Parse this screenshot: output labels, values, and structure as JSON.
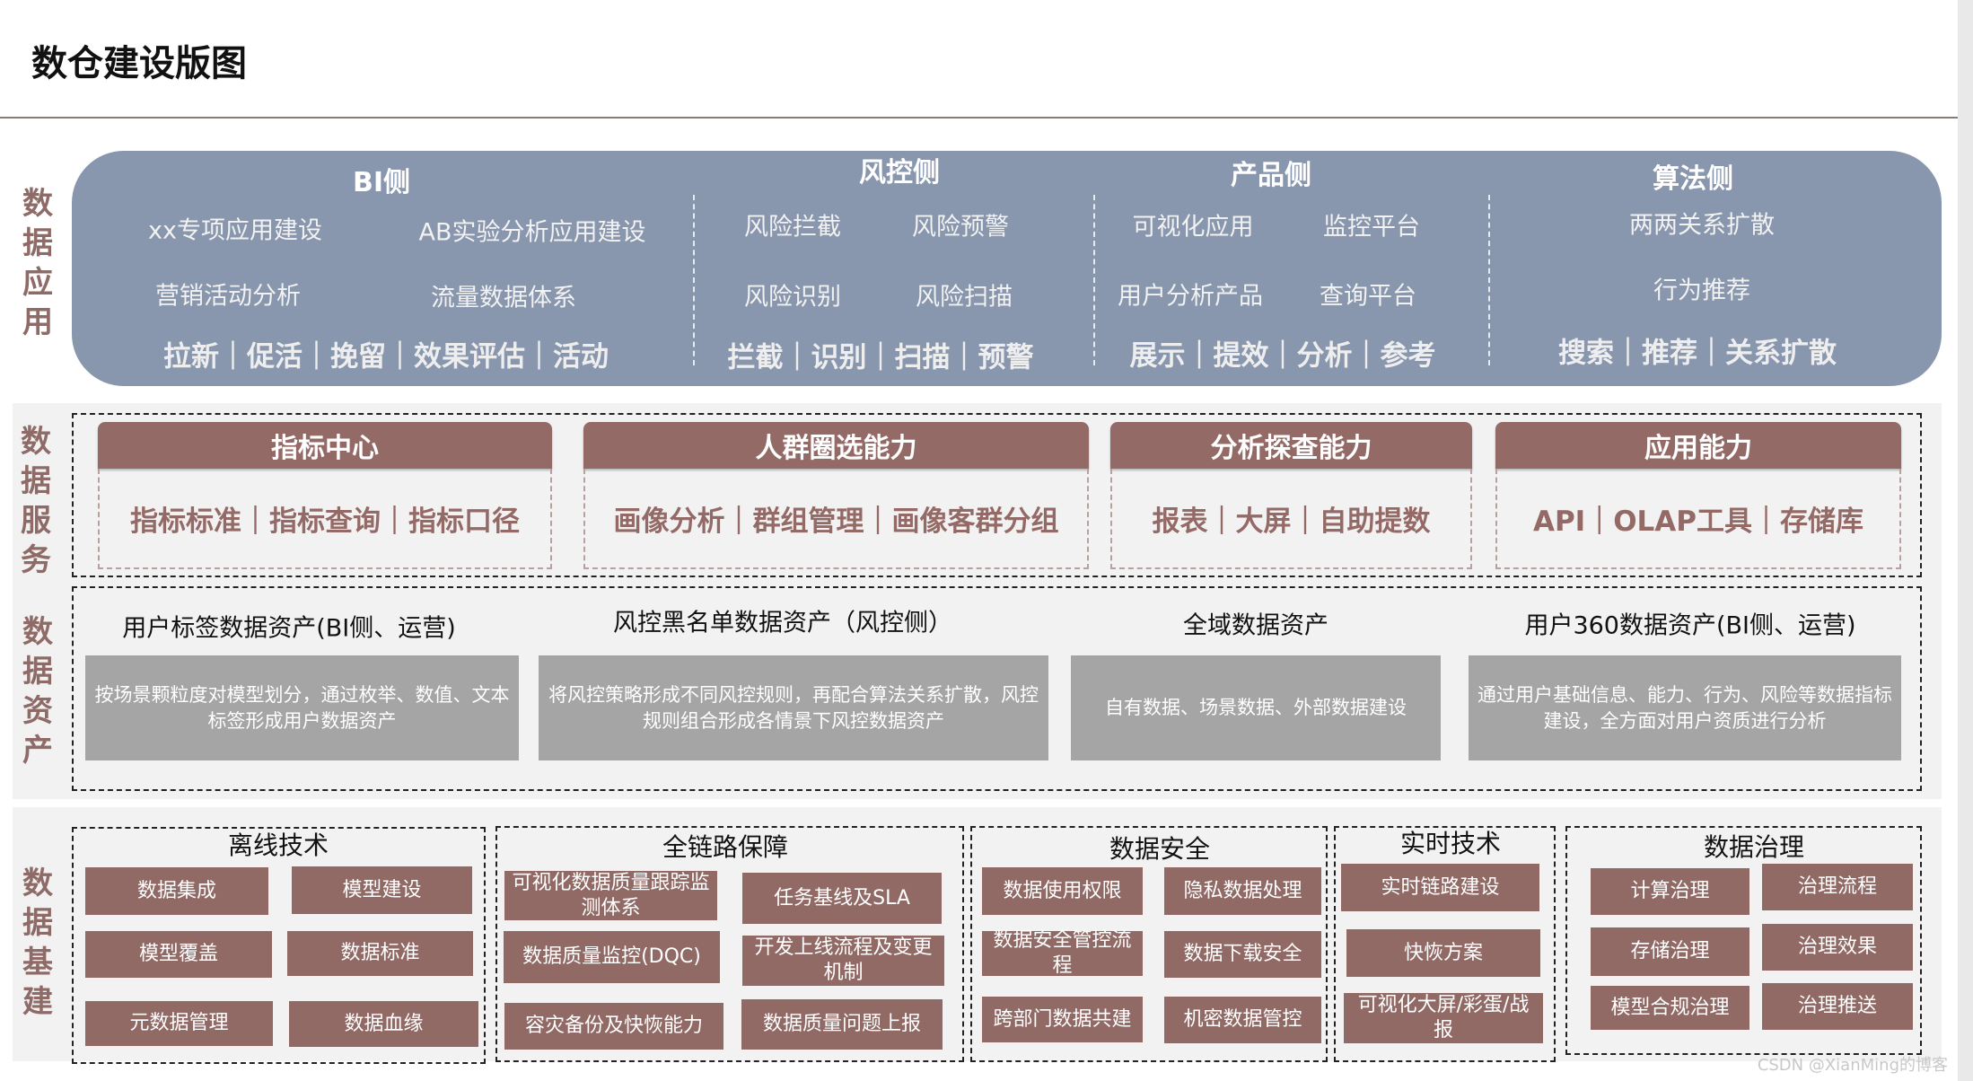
{
  "title": "数仓建设版图",
  "layers": {
    "application": {
      "label": "数据应用",
      "columns": [
        {
          "heading": "BI侧",
          "items": [
            "xx专项应用建设",
            "AB实验分析应用建设",
            "营销活动分析",
            "流量数据体系"
          ],
          "tags": "拉新｜促活｜挽留｜效果评估｜活动"
        },
        {
          "heading": "风控侧",
          "items": [
            "风险拦截",
            "风险预警",
            "风险识别",
            "风险扫描"
          ],
          "tags": "拦截｜识别｜扫描｜预警"
        },
        {
          "heading": "产品侧",
          "items": [
            "可视化应用",
            "监控平台",
            "用户分析产品",
            "查询平台"
          ],
          "tags": "展示｜提效｜分析｜参考"
        },
        {
          "heading": "算法侧",
          "items": [
            "两两关系扩散",
            "行为推荐"
          ],
          "tags": "搜索｜推荐｜关系扩散"
        }
      ]
    },
    "service": {
      "label": "数据服务",
      "cards": [
        {
          "heading": "指标中心",
          "content": "指标标准｜指标查询｜指标口径"
        },
        {
          "heading": "人群圈选能力",
          "content": "画像分析｜群组管理｜画像客群分组"
        },
        {
          "heading": "分析探查能力",
          "content": "报表｜大屏｜自助提数"
        },
        {
          "heading": "应用能力",
          "content": "API｜OLAP工具｜存储库"
        }
      ]
    },
    "assets": {
      "label": "数据资产",
      "items": [
        {
          "heading": "用户标签数据资产(BI侧、运营)",
          "description": "按场景颗粒度对模型划分，通过枚举、数值、文本标签形成用户数据资产"
        },
        {
          "heading": "风控黑名单数据资产（风控侧）",
          "description": "将风控策略形成不同风控规则，再配合算法关系扩散，风控规则组合形成各情景下风控数据资产"
        },
        {
          "heading": "全域数据资产",
          "description": "自有数据、场景数据、外部数据建设"
        },
        {
          "heading": "用户360数据资产(BI侧、运营)",
          "description": "通过用户基础信息、能力、行为、风险等数据指标建设，全方面对用户资质进行分析"
        }
      ]
    },
    "infrastructure": {
      "label": "数据基建",
      "groups": [
        {
          "heading": "离线技术",
          "items": [
            "数据集成",
            "模型建设",
            "模型覆盖",
            "数据标准",
            "元数据管理",
            "数据血缘"
          ]
        },
        {
          "heading": "全链路保障",
          "items": [
            "可视化数据质量跟踪监测体系",
            "任务基线及SLA",
            "数据质量监控(DQC)",
            "开发上线流程及变更机制",
            "容灾备份及快恢能力",
            "数据质量问题上报"
          ]
        },
        {
          "heading": "数据安全",
          "items": [
            "数据使用权限",
            "隐私数据处理",
            "数据安全管控流程",
            "数据下载安全",
            "跨部门数据共建",
            "机密数据管控"
          ]
        },
        {
          "heading": "实时技术",
          "items": [
            "实时链路建设",
            "快恢方案",
            "可视化大屏/彩蛋/战报"
          ]
        },
        {
          "heading": "数据治理",
          "items": [
            "计算治理",
            "治理流程",
            "存储治理",
            "治理效果",
            "模型合规治理",
            "治理推送"
          ]
        }
      ]
    }
  },
  "watermark": "CSDN @XianMing的博客",
  "colors": {
    "app_panel": "#8896ae",
    "accent": "#946a67",
    "asset_box": "#a5a5a5",
    "band": "#f2f2f2"
  }
}
